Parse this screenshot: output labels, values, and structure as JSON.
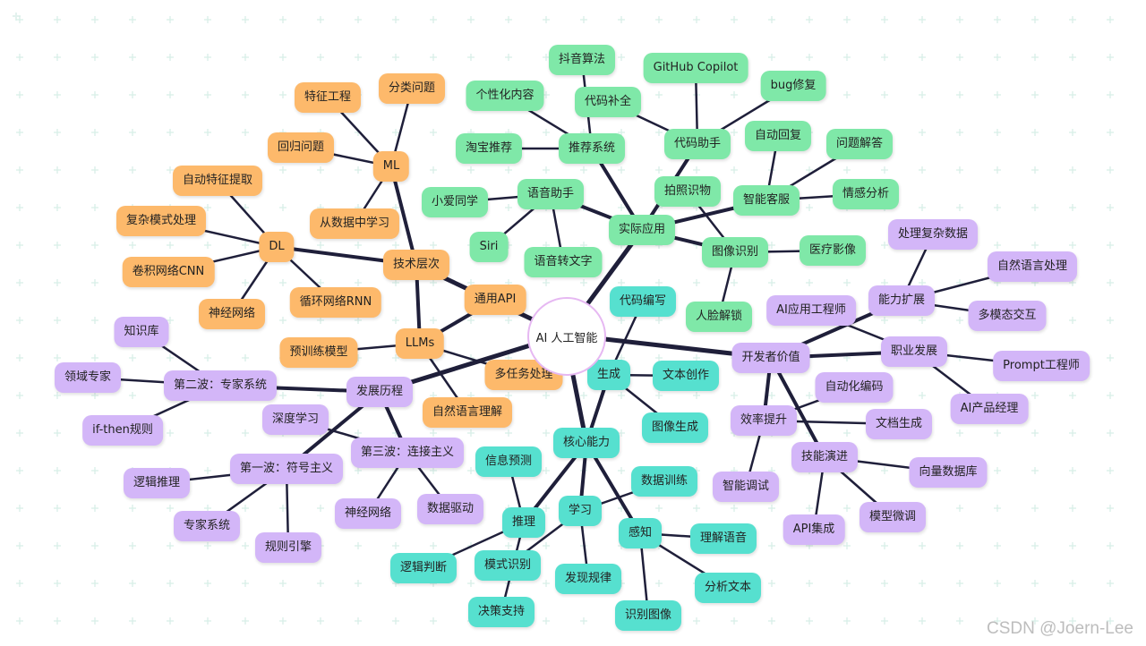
{
  "root": "AI 人工智能",
  "watermark": "CSDN @Joern-Lee",
  "colors": {
    "orange": "#fdb96b",
    "green": "#7fe8a8",
    "teal": "#56e0cf",
    "purple": "#d3b6f8",
    "edge": "#1f1f3a"
  },
  "nodes": {
    "jishu": "技术层次",
    "ml": "ML",
    "ml_fenlei": "分类问题",
    "ml_tezheng": "特征工程",
    "ml_huigui": "回归问题",
    "ml_shuju": "从数据中学习",
    "dl": "DL",
    "dl_zidong": "自动特征提取",
    "dl_fuza": "复杂模式处理",
    "dl_cnn": "卷积网络CNN",
    "dl_shenjing": "神经网络",
    "dl_rnn": "循环网络RNN",
    "llms": "LLMs",
    "llm_api": "通用API",
    "llm_yuxunlian": "预训练模型",
    "llm_duorenwu": "多任务处理",
    "llm_nlp": "自然语言理解",
    "shiji": "实际应用",
    "tuijian": "推荐系统",
    "douyin": "抖音算法",
    "gexing": "个性化内容",
    "taobao": "淘宝推荐",
    "daima_zhushou": "代码助手",
    "github": "GitHub Copilot",
    "bug": "bug修复",
    "daima_buquan": "代码补全",
    "kefu": "智能客服",
    "zidong_huifu": "自动回复",
    "wenti": "问题解答",
    "qinggan": "情感分析",
    "yuyin": "语音助手",
    "xiaoai": "小爱同学",
    "siri": "Siri",
    "zhuanwenzi": "语音转文字",
    "tuxiang": "图像识别",
    "paizhao": "拍照识物",
    "yiliao": "医疗影像",
    "renlian": "人脸解锁",
    "kaifa": "开发者价值",
    "nengli": "能力扩展",
    "chuli": "处理复杂数据",
    "nlp2": "自然语言处理",
    "duomotai": "多模态交互",
    "zhiye": "职业发展",
    "ai_gcs": "AI应用工程师",
    "prompt": "Prompt工程师",
    "ai_jl": "AI产品经理",
    "xiaolv": "效率提升",
    "zidonghua": "自动化编码",
    "wendang": "文档生成",
    "tiaoshi": "智能调试",
    "jineng": "技能演进",
    "xiangliang": "向量数据库",
    "api_jc": "API集成",
    "weitiao": "模型微调",
    "hexin": "核心能力",
    "shengcheng": "生成",
    "daima_bx": "代码编写",
    "wenben_cz": "文本创作",
    "tuxiang_sc": "图像生成",
    "tuili": "推理",
    "xinxi": "信息预测",
    "luoji_pd": "逻辑判断",
    "juece": "决策支持",
    "xuexi": "学习",
    "shuju_xl": "数据训练",
    "moshi": "模式识别",
    "faxian": "发现规律",
    "ganzhi": "感知",
    "lijie": "理解语音",
    "fenxi": "分析文本",
    "shibie": "识别图像",
    "fazhan": "发展历程",
    "bo2": "第二波：专家系统",
    "zhishiku": "知识库",
    "lingyu": "领域专家",
    "ifthen": "if-then规则",
    "bo1": "第一波：符号主义",
    "luoji_tl": "逻辑推理",
    "zhuanjia": "专家系统",
    "guize": "规则引擎",
    "bo3": "第三波：连接主义",
    "shendu": "深度学习",
    "shenjing2": "神经网络",
    "shuju_qd": "数据驱动"
  }
}
